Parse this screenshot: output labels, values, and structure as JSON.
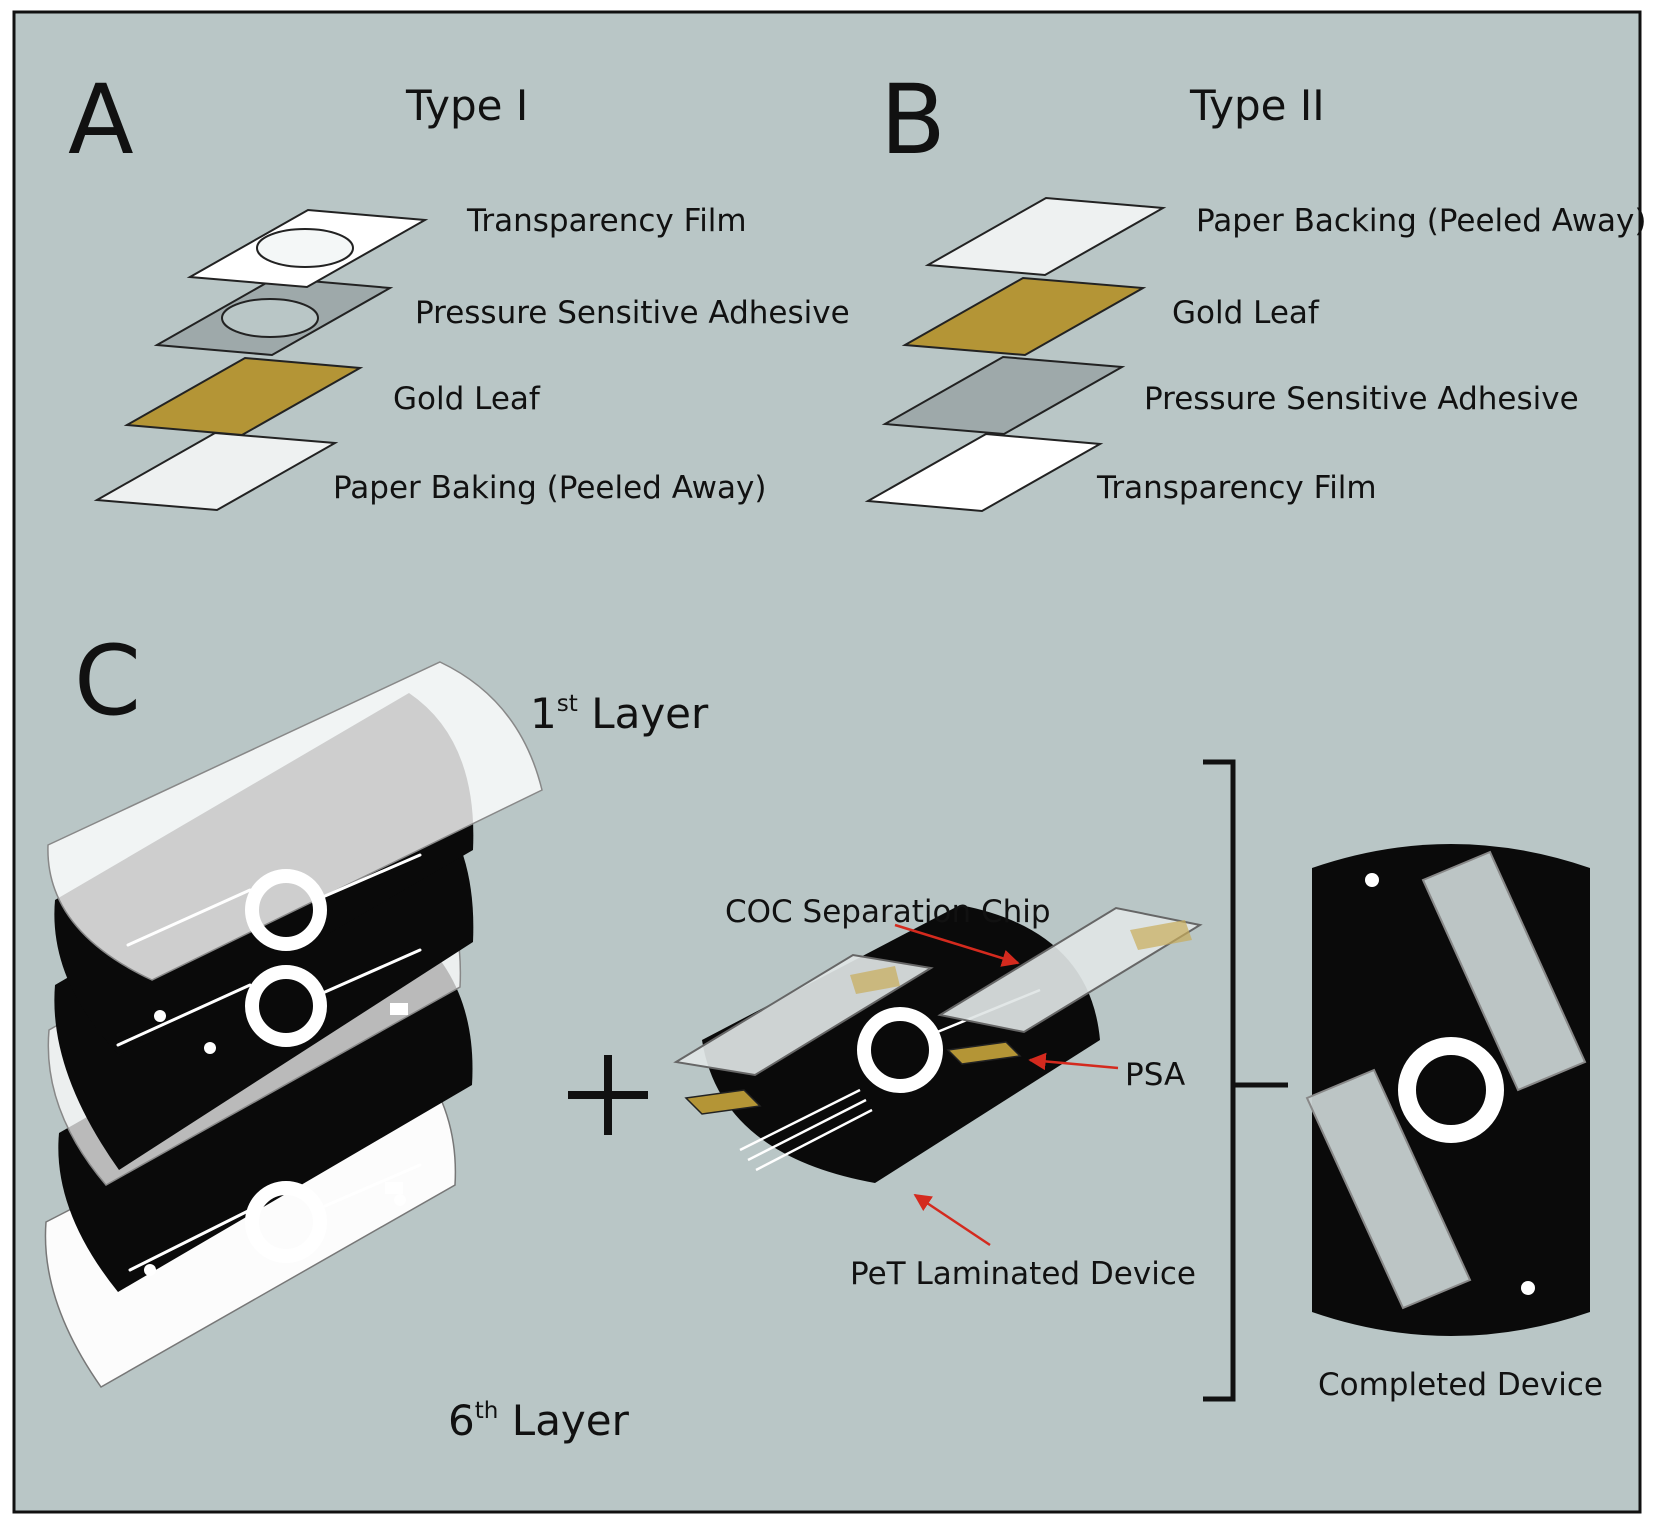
{
  "panels": {
    "a": {
      "letter": "A",
      "title": "Type I",
      "layers": [
        "Transparency Film",
        "Pressure Sensitive Adhesive",
        "Gold Leaf",
        "Paper Baking (Peeled Away)"
      ]
    },
    "b": {
      "letter": "B",
      "title": "Type II",
      "layers": [
        "Paper Backing (Peeled Away)",
        "Gold Leaf",
        "Pressure Sensitive Adhesive",
        "Transparency Film"
      ]
    },
    "c": {
      "letter": "C",
      "first_layer": {
        "num": "1",
        "sup": "st",
        "word": "Layer"
      },
      "last_layer": {
        "num": "6",
        "sup": "th",
        "word": "Layer"
      },
      "coc_chip": "COC Separation Chip",
      "psa": "PSA",
      "pet_device": "PeT Laminated Device",
      "completed_device": "Completed Device"
    }
  },
  "colors": {
    "background": "#b9c6c6",
    "frame": "#111111",
    "transparency": "#ffffff",
    "adhesive": "#9ea9aa",
    "gold": "#b49536",
    "paper": "#eef1f1",
    "electrode": "#0a0a0a",
    "arrow": "#d42a1e"
  }
}
